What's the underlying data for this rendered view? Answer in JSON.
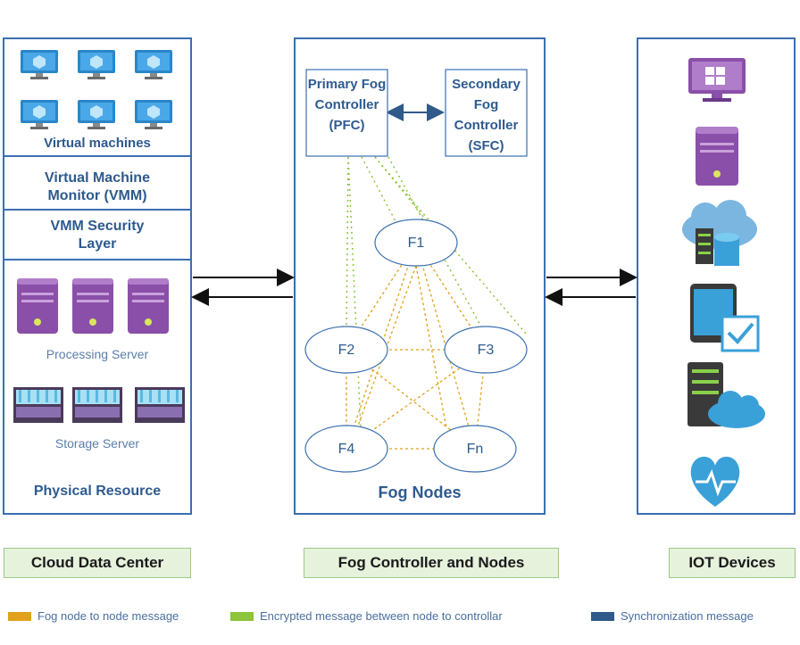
{
  "cloud": {
    "virtual_machines": "Virtual machines",
    "vmm": "Virtual Machine Monitor (VMM)",
    "vmm_security": "VMM Security Layer",
    "processing_server": "Processing Server",
    "storage_server": "Storage Server",
    "physical_resource": "Physical Resource"
  },
  "fog": {
    "pfc": "Primary Fog Controller (PFC)",
    "sfc": "Secondary Fog Controller (SFC)",
    "nodes": [
      "F1",
      "F2",
      "F3",
      "F4",
      "Fn"
    ],
    "title": "Fog Nodes"
  },
  "iot": {
    "icons": [
      "windows-monitor-icon",
      "server-tower-icon",
      "cloud-database-icon",
      "tablet-check-icon",
      "server-cloud-icon",
      "health-heart-icon"
    ]
  },
  "captions": {
    "cloud": "Cloud Data Center",
    "fog": "Fog Controller and Nodes",
    "iot": "IOT Devices"
  },
  "legend": [
    {
      "label": "Fog node to node message",
      "color": "#e0a21a"
    },
    {
      "label": "Encrypted message between node to controllar",
      "color": "#8cc43a"
    },
    {
      "label": "Synchronization message",
      "color": "#2f5a8a"
    }
  ]
}
